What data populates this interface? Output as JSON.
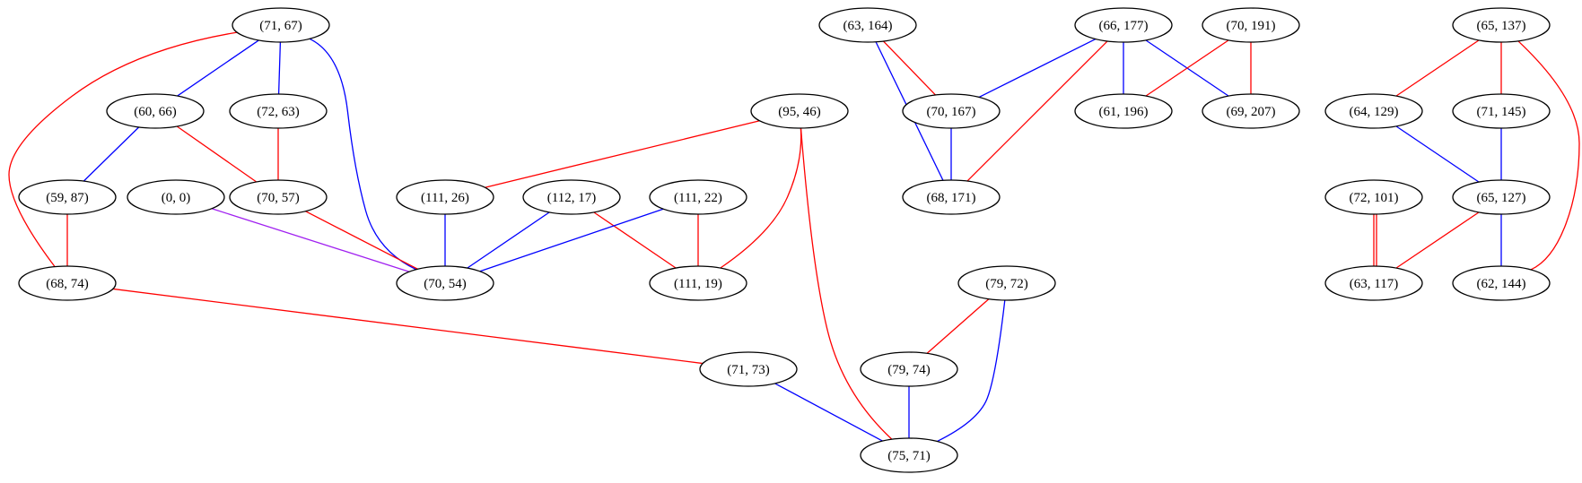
{
  "colors": {
    "red": "#ff0000",
    "blue": "#0000ff",
    "purple": "#a020f0"
  },
  "nodes": [
    {
      "id": "n71_67",
      "label": "(71, 67)"
    },
    {
      "id": "n60_66",
      "label": "(60, 66)"
    },
    {
      "id": "n72_63",
      "label": "(72, 63)"
    },
    {
      "id": "n59_87",
      "label": "(59, 87)"
    },
    {
      "id": "n0_0",
      "label": "(0, 0)"
    },
    {
      "id": "n70_57",
      "label": "(70, 57)"
    },
    {
      "id": "n68_74",
      "label": "(68, 74)"
    },
    {
      "id": "n70_54",
      "label": "(70, 54)"
    },
    {
      "id": "n95_46",
      "label": "(95, 46)"
    },
    {
      "id": "n111_26",
      "label": "(111, 26)"
    },
    {
      "id": "n112_17",
      "label": "(112, 17)"
    },
    {
      "id": "n111_22",
      "label": "(111, 22)"
    },
    {
      "id": "n111_19",
      "label": "(111, 19)"
    },
    {
      "id": "n71_73",
      "label": "(71, 73)"
    },
    {
      "id": "n63_164",
      "label": "(63, 164)"
    },
    {
      "id": "n70_167",
      "label": "(70, 167)"
    },
    {
      "id": "n68_171",
      "label": "(68, 171)"
    },
    {
      "id": "n66_177",
      "label": "(66, 177)"
    },
    {
      "id": "n61_196",
      "label": "(61, 196)"
    },
    {
      "id": "n70_191",
      "label": "(70, 191)"
    },
    {
      "id": "n69_207",
      "label": "(69, 207)"
    },
    {
      "id": "n79_72",
      "label": "(79, 72)"
    },
    {
      "id": "n79_74",
      "label": "(79, 74)"
    },
    {
      "id": "n75_71",
      "label": "(75, 71)"
    },
    {
      "id": "n65_137",
      "label": "(65, 137)"
    },
    {
      "id": "n64_129",
      "label": "(64, 129)"
    },
    {
      "id": "n71_145",
      "label": "(71, 145)"
    },
    {
      "id": "n65_127",
      "label": "(65, 127)"
    },
    {
      "id": "n72_101",
      "label": "(72, 101)"
    },
    {
      "id": "n63_117",
      "label": "(63, 117)"
    },
    {
      "id": "n62_144",
      "label": "(62, 144)"
    }
  ],
  "edges": [
    {
      "from": "n71_67",
      "to": "n60_66",
      "color": "blue"
    },
    {
      "from": "n71_67",
      "to": "n72_63",
      "color": "blue"
    },
    {
      "from": "n71_67",
      "to": "n70_54",
      "color": "blue"
    },
    {
      "from": "n71_67",
      "to": "n68_74",
      "color": "red"
    },
    {
      "from": "n60_66",
      "to": "n59_87",
      "color": "blue"
    },
    {
      "from": "n60_66",
      "to": "n70_57",
      "color": "red"
    },
    {
      "from": "n72_63",
      "to": "n70_57",
      "color": "red"
    },
    {
      "from": "n59_87",
      "to": "n68_74",
      "color": "red"
    },
    {
      "from": "n0_0",
      "to": "n70_54",
      "color": "purple"
    },
    {
      "from": "n70_57",
      "to": "n70_54",
      "color": "red"
    },
    {
      "from": "n68_74",
      "to": "n71_73",
      "color": "red"
    },
    {
      "from": "n95_46",
      "to": "n111_26",
      "color": "red"
    },
    {
      "from": "n95_46",
      "to": "n111_19",
      "color": "red"
    },
    {
      "from": "n95_46",
      "to": "n75_71",
      "color": "red"
    },
    {
      "from": "n111_26",
      "to": "n70_54",
      "color": "blue"
    },
    {
      "from": "n112_17",
      "to": "n70_54",
      "color": "blue"
    },
    {
      "from": "n112_17",
      "to": "n111_19",
      "color": "red"
    },
    {
      "from": "n111_22",
      "to": "n70_54",
      "color": "blue"
    },
    {
      "from": "n111_22",
      "to": "n111_19",
      "color": "red"
    },
    {
      "from": "n71_73",
      "to": "n75_71",
      "color": "blue"
    },
    {
      "from": "n63_164",
      "to": "n70_167",
      "color": "red"
    },
    {
      "from": "n63_164",
      "to": "n68_171",
      "color": "blue"
    },
    {
      "from": "n70_167",
      "to": "n68_171",
      "color": "blue"
    },
    {
      "from": "n66_177",
      "to": "n70_167",
      "color": "blue"
    },
    {
      "from": "n66_177",
      "to": "n68_171",
      "color": "red"
    },
    {
      "from": "n66_177",
      "to": "n61_196",
      "color": "blue"
    },
    {
      "from": "n66_177",
      "to": "n69_207",
      "color": "blue"
    },
    {
      "from": "n70_191",
      "to": "n61_196",
      "color": "red"
    },
    {
      "from": "n70_191",
      "to": "n69_207",
      "color": "red"
    },
    {
      "from": "n79_72",
      "to": "n79_74",
      "color": "red"
    },
    {
      "from": "n79_72",
      "to": "n75_71",
      "color": "blue"
    },
    {
      "from": "n79_74",
      "to": "n75_71",
      "color": "blue"
    },
    {
      "from": "n65_137",
      "to": "n64_129",
      "color": "red"
    },
    {
      "from": "n65_137",
      "to": "n71_145",
      "color": "red"
    },
    {
      "from": "n65_137",
      "to": "n62_144",
      "color": "red"
    },
    {
      "from": "n64_129",
      "to": "n65_127",
      "color": "blue"
    },
    {
      "from": "n71_145",
      "to": "n65_127",
      "color": "blue"
    },
    {
      "from": "n65_127",
      "to": "n63_117",
      "color": "red"
    },
    {
      "from": "n65_127",
      "to": "n62_144",
      "color": "blue"
    },
    {
      "from": "n72_101",
      "to": "n63_117",
      "color": "red"
    },
    {
      "from": "n72_101",
      "to": "n63_117",
      "color": "red"
    }
  ]
}
